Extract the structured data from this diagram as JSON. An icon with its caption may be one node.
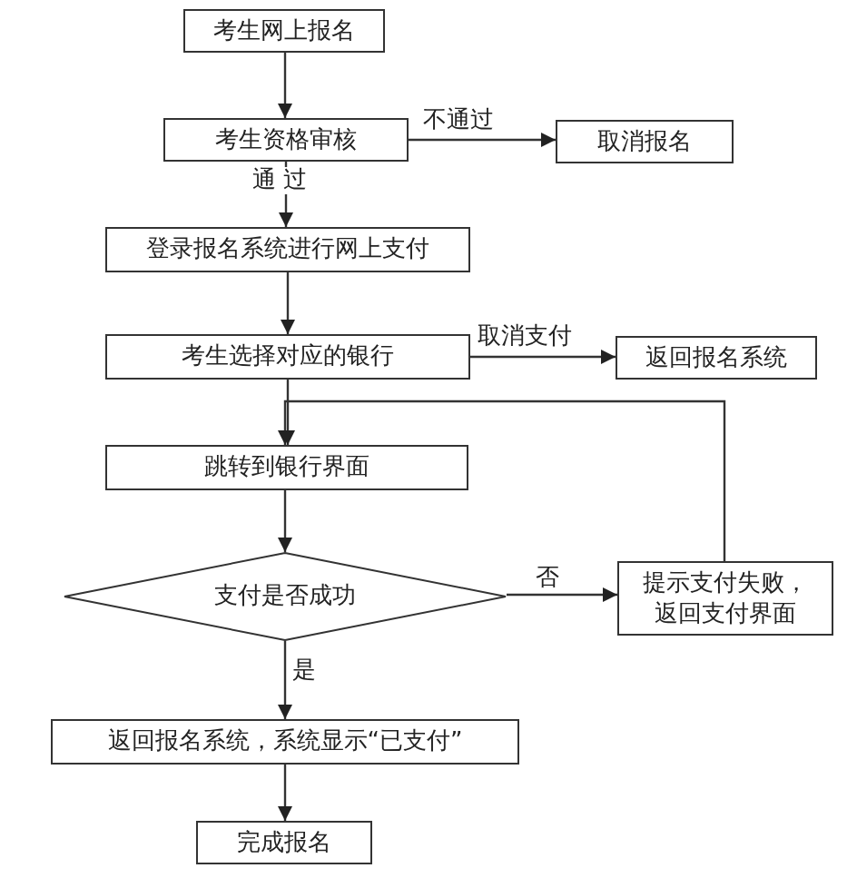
{
  "diagram": {
    "nodes": [
      {
        "text": [
          "考生网上报名"
        ]
      },
      {
        "text": [
          "考生资格审核"
        ]
      },
      {
        "text": [
          "取消报名"
        ]
      },
      {
        "text": [
          "登录报名系统进行网上支付"
        ]
      },
      {
        "text": [
          "考生选择对应的银行"
        ]
      },
      {
        "text": [
          "返回报名系统"
        ]
      },
      {
        "text": [
          "跳转到银行界面"
        ]
      },
      {
        "text": [
          "支付是否成功"
        ]
      },
      {
        "text": [
          "提示支付失败，返回支付界面"
        ]
      },
      {
        "text": [
          "返回报名系统，系统显示“已支付”"
        ]
      },
      {
        "text": [
          "完成报名"
        ]
      }
    ],
    "edges": [
      {
        "from": 0,
        "to": 1,
        "arrow": "to"
      },
      {
        "from": 1,
        "to": 2,
        "arrow": "to",
        "label": "不通过"
      },
      {
        "from": 1,
        "to": 3,
        "arrow": "to",
        "label": "通 过"
      },
      {
        "from": 3,
        "to": 4,
        "arrow": "to"
      },
      {
        "from": 4,
        "to": 5,
        "arrow": "to",
        "label": "取消支付"
      },
      {
        "from": 4,
        "to": 6,
        "arrow": "to"
      },
      {
        "from": 6,
        "to": 7,
        "arrow": "to"
      },
      {
        "from": 7,
        "to": 8,
        "arrow": "to",
        "label": "否"
      },
      {
        "from": 7,
        "to": 9,
        "arrow": "to",
        "label": "是"
      },
      {
        "from": 9,
        "to": 10,
        "arrow": "to"
      },
      {
        "from": 8,
        "to": 6,
        "arrow": "to"
      }
    ]
  }
}
